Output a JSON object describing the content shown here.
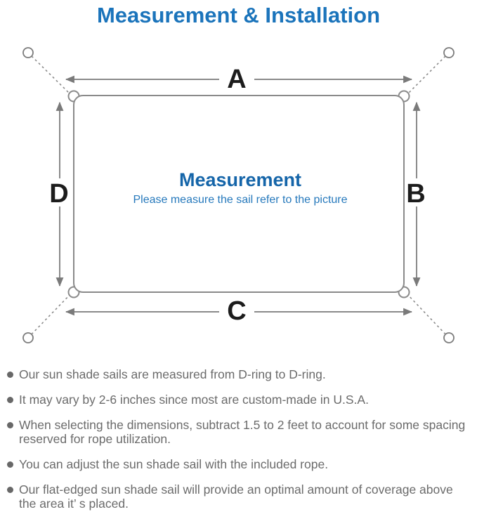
{
  "title": "Measurement & Installation",
  "diagram": {
    "labels": {
      "top": "A",
      "right": "B",
      "bottom": "C",
      "left": "D"
    },
    "center": {
      "heading": "Measurement",
      "subheading": "Please measure the sail refer to the picture"
    }
  },
  "notes": [
    "Our sun shade sails are measured from D-ring to D-ring.",
    "It may vary by 2-6 inches since most are custom-made in U.S.A.",
    "When selecting the dimensions, subtract 1.5 to 2 feet to account for some spacing reserved for rope utilization.",
    "You can adjust the sun shade sail with the included rope.",
    "Our flat-edged sun shade sail will provide an optimal amount of coverage above the area it’ s placed."
  ],
  "colors": {
    "title_blue": "#1b74bb",
    "center_heading_blue": "#1565a9",
    "center_subtitle_blue": "#2679bc",
    "diagram_line_gray": "#8a8a8a",
    "arrow_gray": "#7a7a7a",
    "label_black": "#1c1c1c",
    "notes_text_gray": "#6b6b6b"
  }
}
